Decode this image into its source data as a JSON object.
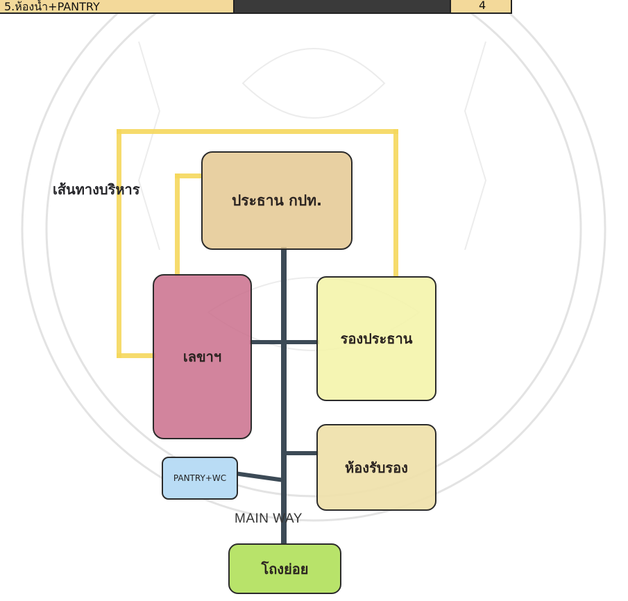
{
  "top_strip": {
    "label": "5.ห้องน้ำ+PANTRY",
    "number": "4"
  },
  "diagram": {
    "service_path_label": "เส้นทางบริหาร",
    "main_way_label": "MAIN WAY",
    "rooms": {
      "president": "ประธาน กปท.",
      "secretary": "เลขาฯ",
      "vice_president": "รองประธาน",
      "reception": "ห้องรับรอง",
      "pantry": "PANTRY+WC",
      "corridor": "โถงย่อย"
    },
    "colors": {
      "service_path": "#f5d75c",
      "main_line": "#3c4a56",
      "president": "#e4c892",
      "secretary": "#ca6e8c",
      "vice_president": "#f4f4a8",
      "reception": "#eee0a8",
      "pantry": "#b9dcf5",
      "corridor": "#b8e36a"
    }
  }
}
